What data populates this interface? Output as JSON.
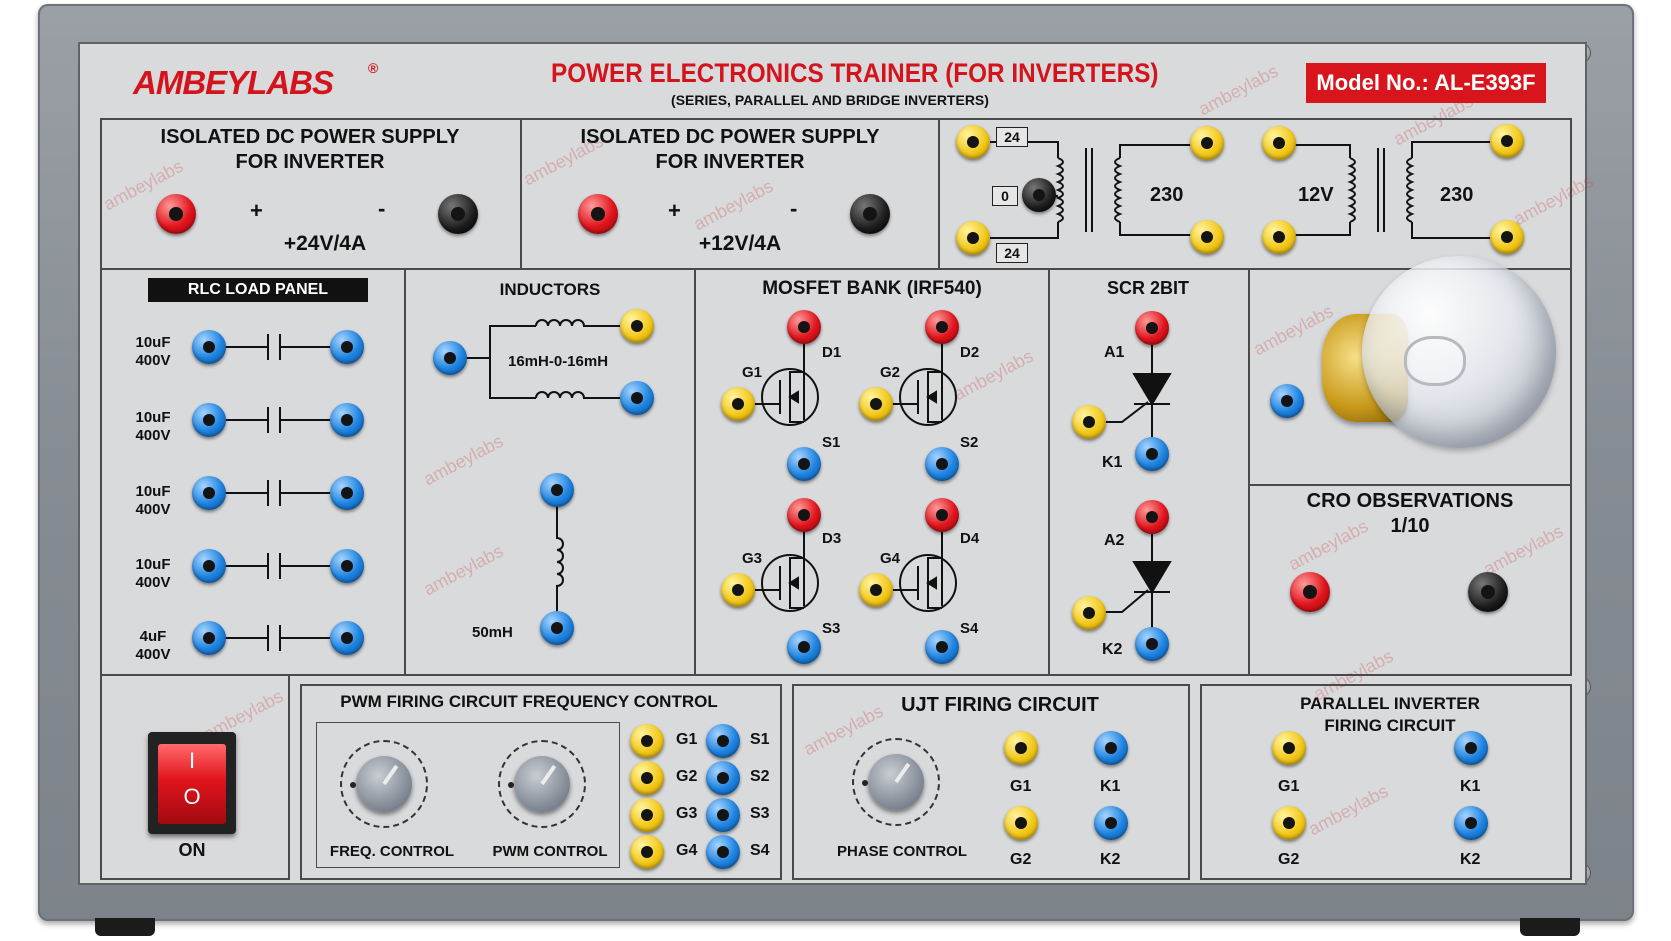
{
  "header": {
    "brand": "AMBEYLABS",
    "brand_mark": "®",
    "title": "POWER ELECTRONICS TRAINER (FOR INVERTERS)",
    "subtitle": "(SERIES, PARALLEL AND BRIDGE INVERTERS)",
    "model": "Model No.: AL-E393F"
  },
  "watermark": "ambeylabs",
  "dc_supply_1": {
    "title_line1": "ISOLATED DC POWER SUPPLY",
    "title_line2": "FOR INVERTER",
    "plus": "+",
    "minus": "-",
    "rating": "+24V/4A"
  },
  "dc_supply_2": {
    "title_line1": "ISOLATED DC POWER SUPPLY",
    "title_line2": "FOR INVERTER",
    "plus": "+",
    "minus": "-",
    "rating": "+12V/4A"
  },
  "transformers": {
    "tap_top": "24",
    "tap_center": "0",
    "tap_bottom": "24",
    "primary1": "230",
    "secondary2": "12V",
    "primary2": "230"
  },
  "rlc_panel": {
    "title": "RLC LOAD PANEL",
    "caps": [
      {
        "value": "10uF",
        "voltage": "400V"
      },
      {
        "value": "10uF",
        "voltage": "400V"
      },
      {
        "value": "10uF",
        "voltage": "400V"
      },
      {
        "value": "10uF",
        "voltage": "400V"
      },
      {
        "value": "4uF",
        "voltage": "400V"
      }
    ]
  },
  "inductors": {
    "title": "INDUCTORS",
    "tapped": "16mH-0-16mH",
    "single": "50mH"
  },
  "mosfet_bank": {
    "title": "MOSFET BANK (IRF540)",
    "devices": [
      {
        "g": "G1",
        "d": "D1",
        "s": "S1"
      },
      {
        "g": "G2",
        "d": "D2",
        "s": "S2"
      },
      {
        "g": "G3",
        "d": "D3",
        "s": "S3"
      },
      {
        "g": "G4",
        "d": "D4",
        "s": "S4"
      }
    ]
  },
  "scr": {
    "title": "SCR 2BIT",
    "a1": "A1",
    "k1": "K1",
    "a2": "A2",
    "k2": "K2"
  },
  "cro": {
    "title": "CRO OBSERVATIONS",
    "ratio": "1/10"
  },
  "power_switch": {
    "on_symbol": "I",
    "off_symbol": "O",
    "label": "ON"
  },
  "pwm": {
    "title": "PWM FIRING CIRCUIT FREQUENCY CONTROL",
    "freq_label": "FREQ. CONTROL",
    "pwm_label": "PWM CONTROL",
    "gates": [
      "G1",
      "G2",
      "G3",
      "G4"
    ],
    "sources": [
      "S1",
      "S2",
      "S3",
      "S4"
    ]
  },
  "ujt": {
    "title": "UJT FIRING CIRCUIT",
    "phase_label": "PHASE CONTROL",
    "g1": "G1",
    "g2": "G2",
    "k1": "K1",
    "k2": "K2"
  },
  "parallel": {
    "title_line1": "PARALLEL INVERTER",
    "title_line2": "FIRING CIRCUIT",
    "g1": "G1",
    "g2": "G2",
    "k1": "K1",
    "k2": "K2"
  },
  "colors": {
    "brand_red": "#d4141c",
    "model_bg": "#d8141c",
    "panel": "#d9dadc",
    "frame": "#868c93"
  }
}
